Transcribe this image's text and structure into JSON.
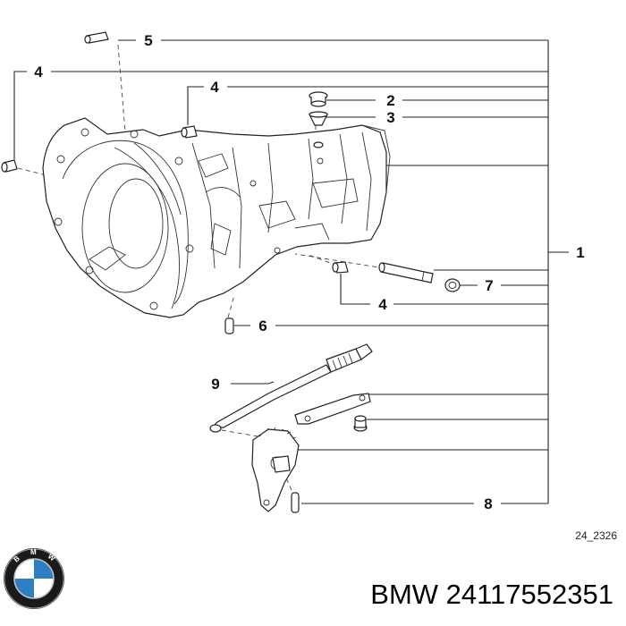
{
  "diagram": {
    "callouts": {
      "c5": "5",
      "c4a": "4",
      "c4b": "4",
      "c2": "2",
      "c3": "3",
      "c1": "1",
      "c7": "7",
      "c4c": "4",
      "c6": "6",
      "c9": "9",
      "c8": "8"
    },
    "diagram_code": "24_2326"
  },
  "footer": {
    "brand_logo": "bmw-roundel-logo",
    "logo_letters": "BMW",
    "part_text": "BMW 24117552351"
  },
  "colors": {
    "logo_blue": "#2f7ec1",
    "logo_ring": "#1a1a1a",
    "line": "#222222"
  }
}
